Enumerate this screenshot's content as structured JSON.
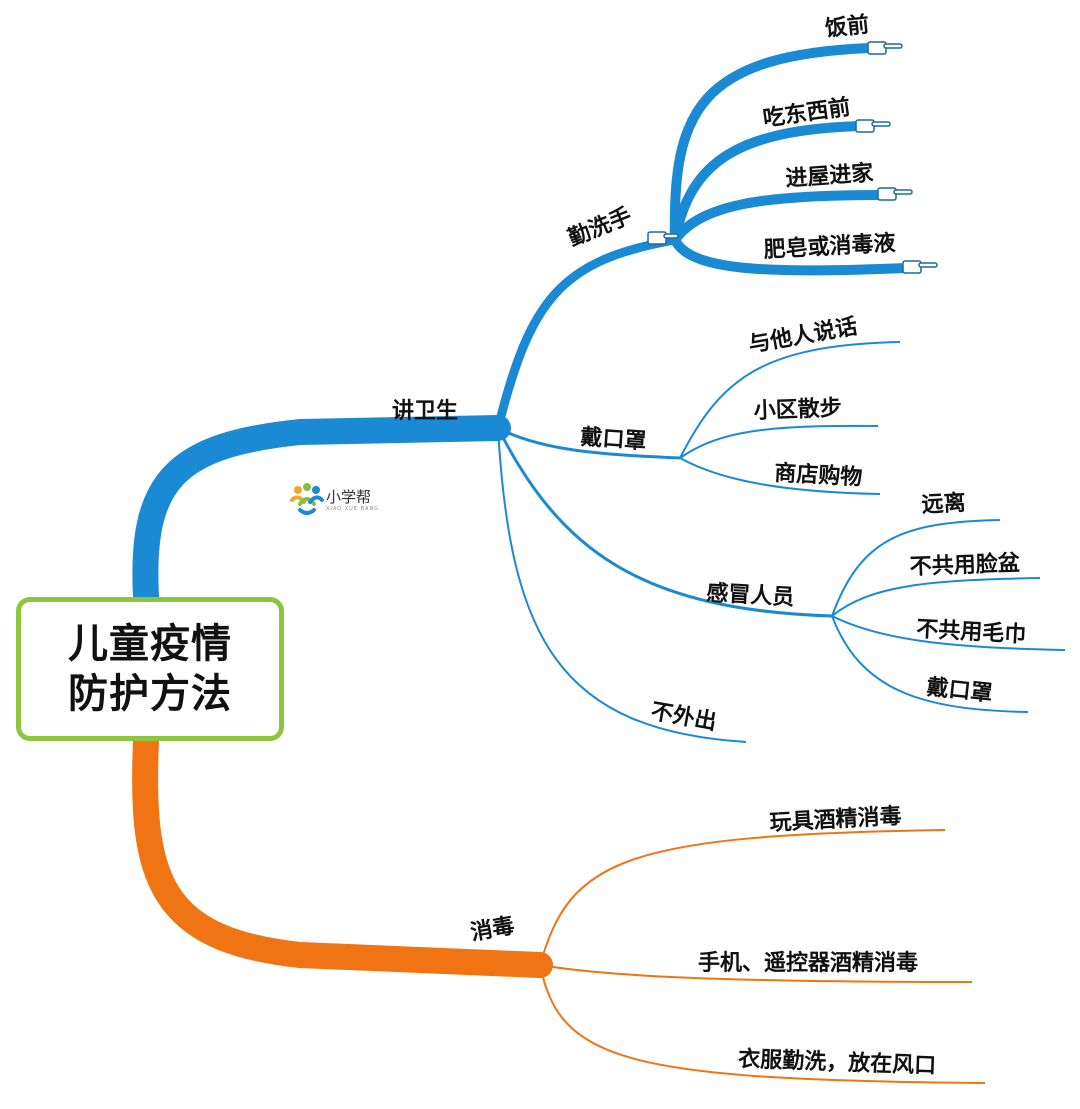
{
  "root": {
    "line1": "儿童疫情",
    "line2": "防护方法"
  },
  "watermark": {
    "text": "小学帮",
    "sub": "XIAO XUE BANG"
  },
  "colors": {
    "blue": "#1a8ad4",
    "orange": "#f07314",
    "root_border": "#8cc63f"
  },
  "branches": {
    "hygiene": {
      "label": "讲卫生",
      "handwash": {
        "label": "勤洗手",
        "items": [
          "饭前",
          "吃东西前",
          "进屋进家",
          "肥皂或消毒液"
        ]
      },
      "mask": {
        "label": "戴口罩",
        "items": [
          "与他人说话",
          "小区散步",
          "商店购物"
        ]
      },
      "sick": {
        "label": "感冒人员",
        "items": [
          "远离",
          "不共用脸盆",
          "不共用毛巾",
          "戴口罩"
        ]
      },
      "stay_in": {
        "label": "不外出"
      }
    },
    "disinfect": {
      "label": "消毒",
      "items": [
        "玩具酒精消毒",
        "手机、遥控器酒精消毒",
        "衣服勤洗，放在风口"
      ]
    }
  }
}
